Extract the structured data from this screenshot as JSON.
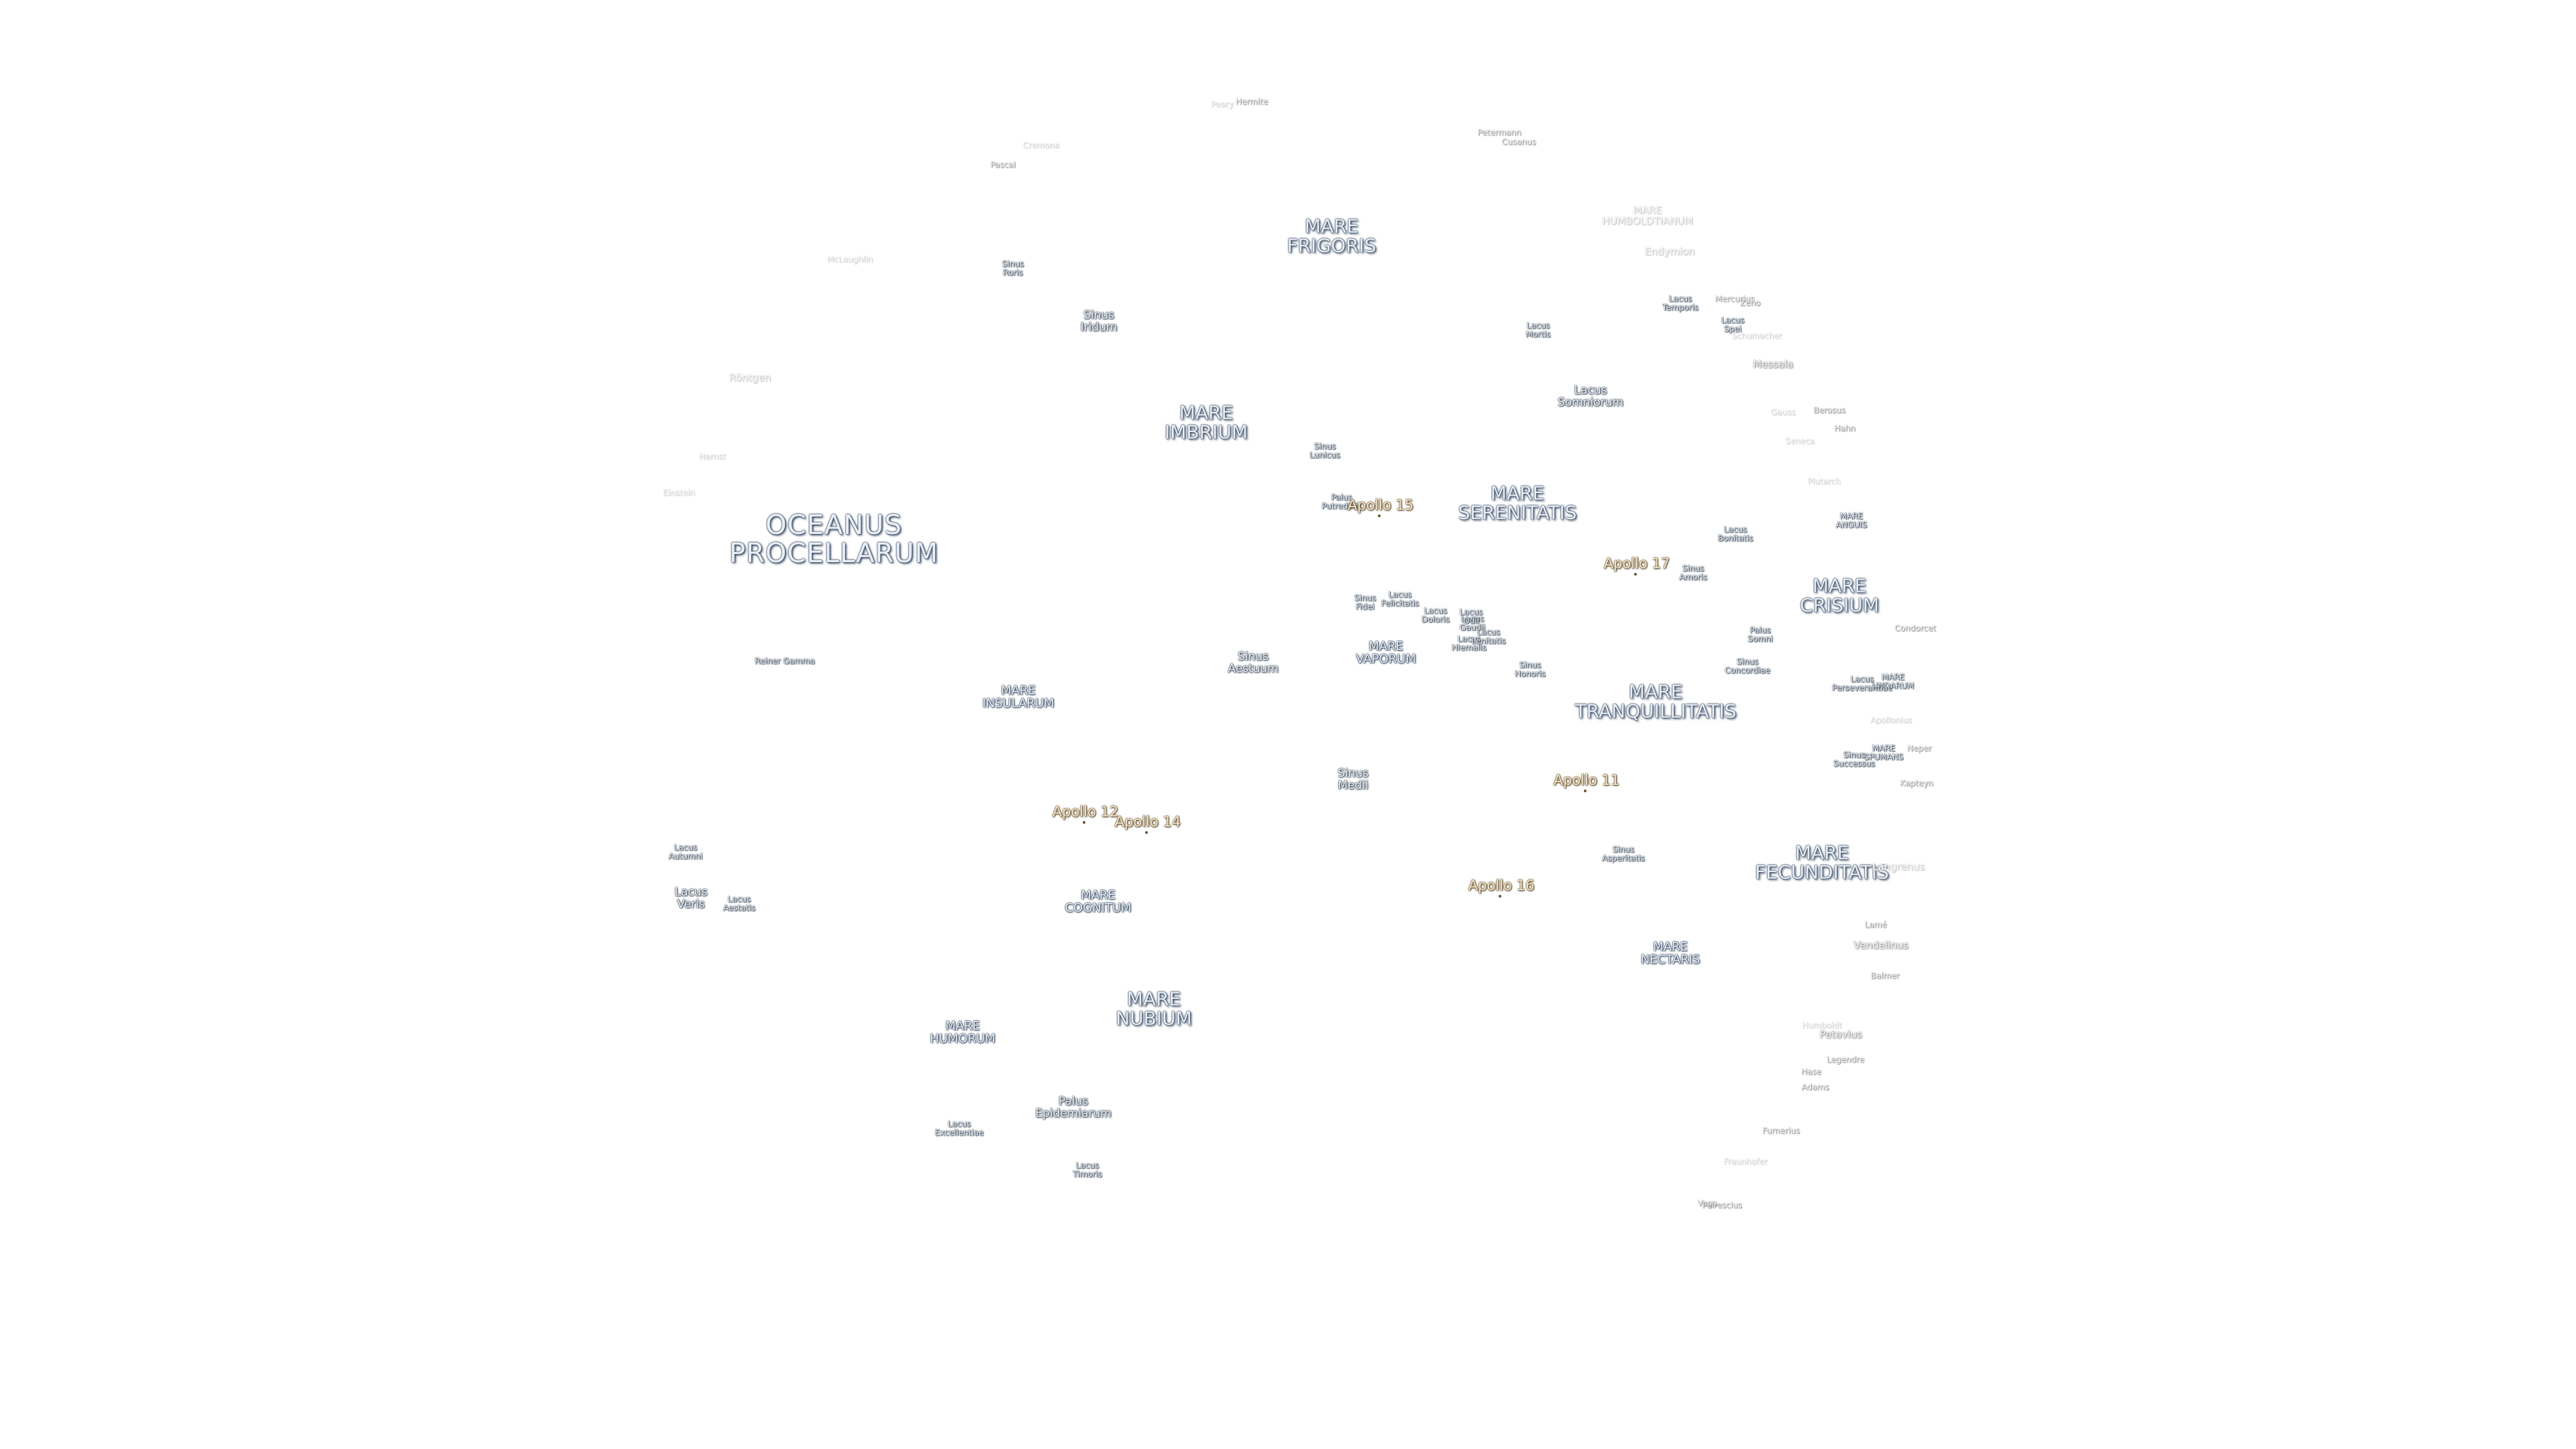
{
  "colors": {
    "background": "#ffffff",
    "mare_label_fill": "#e8eef6",
    "mare_label_outline": "#2c3e55",
    "apollo_label_fill": "#f6e6c6",
    "apollo_label_outline": "#5e4a2a",
    "crater_label_outline": "#8a8a8a"
  },
  "labels": [
    {
      "text": "OCEANUS\nPROCELLARUM",
      "kind": "ocean"
    },
    {
      "text": "MARE\nFRIGORIS",
      "kind": "mare"
    },
    {
      "text": "MARE\nIMBRIUM",
      "kind": "mare"
    },
    {
      "text": "MARE\nSERENITATIS",
      "kind": "mare"
    },
    {
      "text": "MARE\nCRISIUM",
      "kind": "mare"
    },
    {
      "text": "MARE\nTRANQUILLITATIS",
      "kind": "mare"
    },
    {
      "text": "MARE\nFECUNDITATIS",
      "kind": "mare"
    },
    {
      "text": "MARE\nNUBIUM",
      "kind": "mare"
    },
    {
      "text": "MARE\nINSULARUM",
      "kind": "mare-s"
    },
    {
      "text": "MARE\nVAPORUM",
      "kind": "mare-s"
    },
    {
      "text": "MARE\nCOGNITUM",
      "kind": "mare-s"
    },
    {
      "text": "MARE\nHUMORUM",
      "kind": "mare-s"
    },
    {
      "text": "MARE\nNECTARIS",
      "kind": "mare-s"
    },
    {
      "text": "MARE\nANGUIS",
      "kind": "feat-s"
    },
    {
      "text": "MARE\nUNDARUM",
      "kind": "feat-s"
    },
    {
      "text": "MARE\nSPUMANS",
      "kind": "feat-s"
    },
    {
      "text": "MARE\nHUMBOLDTIANUM",
      "kind": "crater-f"
    },
    {
      "text": "Sinus\nRoris",
      "kind": "feat-s"
    },
    {
      "text": "Sinus\nIridum",
      "kind": "feat"
    },
    {
      "text": "Sinus\nLunicus",
      "kind": "feat-s"
    },
    {
      "text": "Palus\nPutredinis",
      "kind": "feat-s"
    },
    {
      "text": "Lacus\nMortis",
      "kind": "feat-s"
    },
    {
      "text": "Lacus\nSomniorum",
      "kind": "feat"
    },
    {
      "text": "Lacus\nTemporis",
      "kind": "feat-s"
    },
    {
      "text": "Lacus\nSpei",
      "kind": "feat-s"
    },
    {
      "text": "Lacus\nBonitatis",
      "kind": "feat-s"
    },
    {
      "text": "Sinus\nAmoris",
      "kind": "feat-s"
    },
    {
      "text": "Lacus\nGaudii",
      "kind": "feat-s"
    },
    {
      "text": "Lacus\nFelicitatis",
      "kind": "feat-s"
    },
    {
      "text": "Sinus\nFidei",
      "kind": "feat-s"
    },
    {
      "text": "Lacus\nDoloris",
      "kind": "feat-s"
    },
    {
      "text": "Lacus\nOdii",
      "kind": "feat-s"
    },
    {
      "text": "Lacus\nHiemalis",
      "kind": "feat-s"
    },
    {
      "text": "Lacus\nLenitatis",
      "kind": "feat-s"
    },
    {
      "text": "Sinus\nAestuum",
      "kind": "feat"
    },
    {
      "text": "Sinus\nHonoris",
      "kind": "feat-s"
    },
    {
      "text": "Palus\nSomni",
      "kind": "feat-s"
    },
    {
      "text": "Sinus\nConcordiae",
      "kind": "feat-s"
    },
    {
      "text": "Lacus\nPerseverantiae",
      "kind": "feat-s"
    },
    {
      "text": "Sinus\nSuccessus",
      "kind": "feat-s"
    },
    {
      "text": "Sinus\nMedii",
      "kind": "feat"
    },
    {
      "text": "Sinus\nAsperitatis",
      "kind": "feat-s"
    },
    {
      "text": "Lacus\nAutumni",
      "kind": "feat-s"
    },
    {
      "text": "Lacus\nVeris",
      "kind": "feat"
    },
    {
      "text": "Lacus\nAestatis",
      "kind": "feat-s"
    },
    {
      "text": "Palus\nEpidemiarum",
      "kind": "feat"
    },
    {
      "text": "Lacus\nExcellentiae",
      "kind": "feat-s"
    },
    {
      "text": "Lacus\nTimoris",
      "kind": "feat-s"
    },
    {
      "text": "Reiner Gamma",
      "kind": "feat-s"
    },
    {
      "text": "Apollo 15",
      "kind": "apollo"
    },
    {
      "text": "Apollo 17",
      "kind": "apollo"
    },
    {
      "text": "Apollo 11",
      "kind": "apollo"
    },
    {
      "text": "Apollo 12",
      "kind": "apollo"
    },
    {
      "text": "Apollo 14",
      "kind": "apollo"
    },
    {
      "text": "Apollo 16",
      "kind": "apollo"
    },
    {
      "text": "Hermite",
      "kind": "crater-s"
    },
    {
      "text": "Peary",
      "kind": "crater-fs"
    },
    {
      "text": "Petermann",
      "kind": "crater-s"
    },
    {
      "text": "Cusanus",
      "kind": "crater-s"
    },
    {
      "text": "Cremona",
      "kind": "crater-fs"
    },
    {
      "text": "Pascal",
      "kind": "crater-s"
    },
    {
      "text": "McLaughlin",
      "kind": "crater-fs"
    },
    {
      "text": "Röntgen",
      "kind": "crater-f"
    },
    {
      "text": "Nernst",
      "kind": "crater-fs"
    },
    {
      "text": "Einstein",
      "kind": "crater-fs"
    },
    {
      "text": "Endymion",
      "kind": "crater-f"
    },
    {
      "text": "Mercurius",
      "kind": "crater-s"
    },
    {
      "text": "Zeno",
      "kind": "crater-s"
    },
    {
      "text": "Schumacher",
      "kind": "crater-fs"
    },
    {
      "text": "Messala",
      "kind": "crater"
    },
    {
      "text": "Gauss",
      "kind": "crater-fs"
    },
    {
      "text": "Berosus",
      "kind": "crater-s"
    },
    {
      "text": "Hahn",
      "kind": "crater-s"
    },
    {
      "text": "Seneca",
      "kind": "crater-fs"
    },
    {
      "text": "Plutarch",
      "kind": "crater-fs"
    },
    {
      "text": "Condorcet",
      "kind": "crater-s"
    },
    {
      "text": "Apollonius",
      "kind": "crater-fs"
    },
    {
      "text": "Neper",
      "kind": "crater-s"
    },
    {
      "text": "Kapteyn",
      "kind": "crater-s"
    },
    {
      "text": "Langrenus",
      "kind": "crater-f"
    },
    {
      "text": "Lamé",
      "kind": "crater-s"
    },
    {
      "text": "Vendelinus",
      "kind": "crater"
    },
    {
      "text": "Balmer",
      "kind": "crater-s"
    },
    {
      "text": "Humboldt",
      "kind": "crater-fs"
    },
    {
      "text": "Petavius",
      "kind": "crater"
    },
    {
      "text": "Legendre",
      "kind": "crater-s"
    },
    {
      "text": "Hase",
      "kind": "crater-s"
    },
    {
      "text": "Adams",
      "kind": "crater-s"
    },
    {
      "text": "Furnerius",
      "kind": "crater-s"
    },
    {
      "text": "Fraunhofer",
      "kind": "crater-fs"
    },
    {
      "text": "Vega",
      "kind": "crater-s"
    },
    {
      "text": "Peirescius",
      "kind": "crater-s"
    }
  ]
}
